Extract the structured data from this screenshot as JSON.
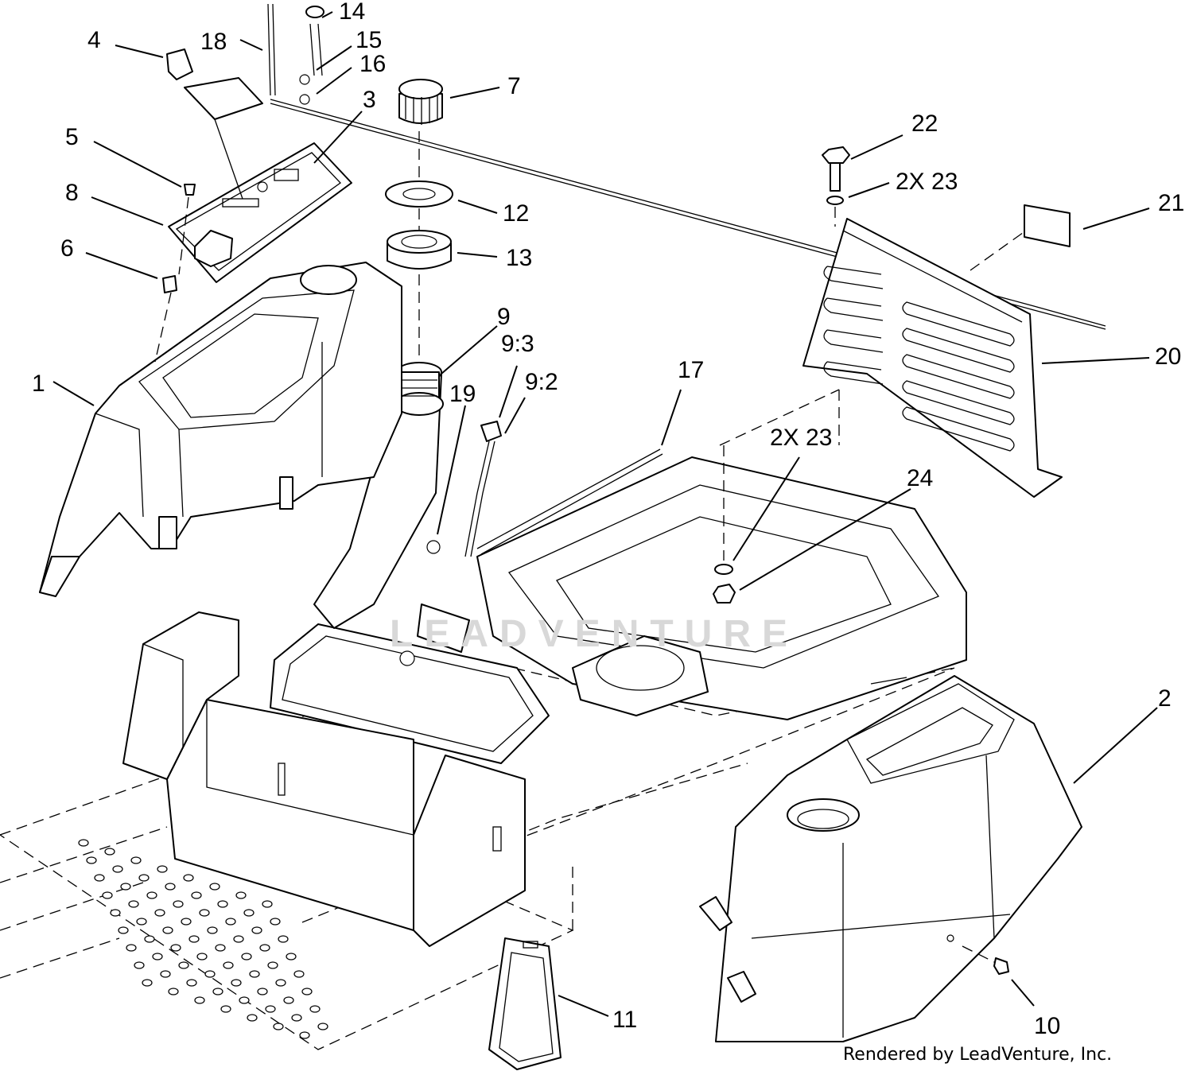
{
  "diagram": {
    "callouts": [
      {
        "id": "c1",
        "label": "1"
      },
      {
        "id": "c2",
        "label": "2"
      },
      {
        "id": "c3",
        "label": "3"
      },
      {
        "id": "c4",
        "label": "4"
      },
      {
        "id": "c5",
        "label": "5"
      },
      {
        "id": "c6",
        "label": "6"
      },
      {
        "id": "c7",
        "label": "7"
      },
      {
        "id": "c8",
        "label": "8"
      },
      {
        "id": "c9",
        "label": "9"
      },
      {
        "id": "c9-3",
        "label": "9:3"
      },
      {
        "id": "c9-2",
        "label": "9:2"
      },
      {
        "id": "c10",
        "label": "10"
      },
      {
        "id": "c11",
        "label": "11"
      },
      {
        "id": "c12",
        "label": "12"
      },
      {
        "id": "c13",
        "label": "13"
      },
      {
        "id": "c14",
        "label": "14"
      },
      {
        "id": "c15",
        "label": "15"
      },
      {
        "id": "c16",
        "label": "16"
      },
      {
        "id": "c17",
        "label": "17"
      },
      {
        "id": "c18",
        "label": "18"
      },
      {
        "id": "c19",
        "label": "19"
      },
      {
        "id": "c20",
        "label": "20"
      },
      {
        "id": "c21",
        "label": "21"
      },
      {
        "id": "c22",
        "label": "22"
      },
      {
        "id": "c23a",
        "label": "2X 23"
      },
      {
        "id": "c23b",
        "label": "2X 23"
      },
      {
        "id": "c24",
        "label": "24"
      }
    ],
    "watermark": "LEADVENTURE",
    "credit": "Rendered by LeadVenture, Inc."
  }
}
